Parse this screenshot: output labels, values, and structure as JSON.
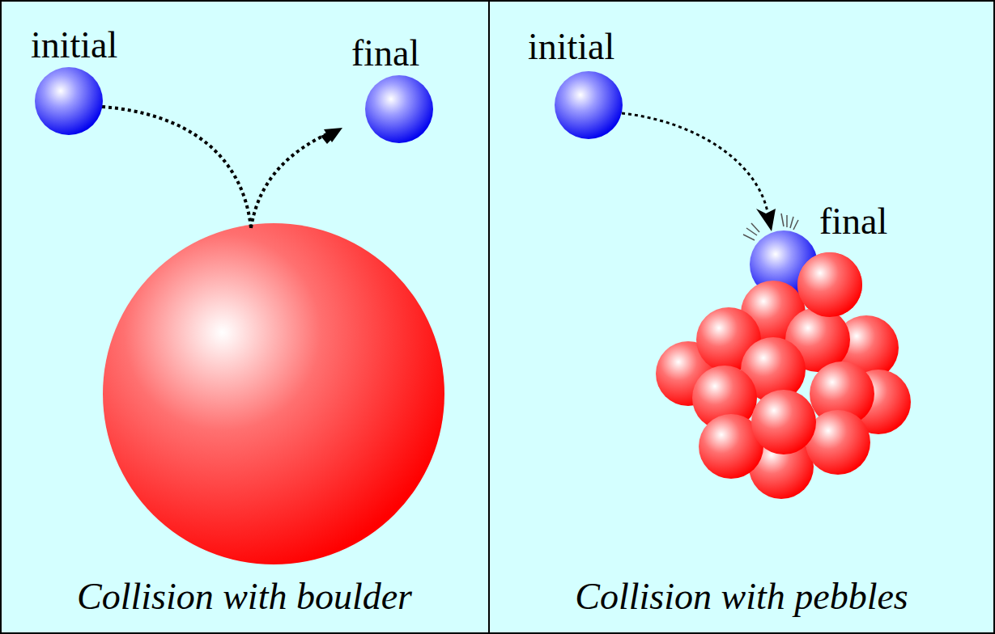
{
  "diagram": {
    "labels": [
      "initial",
      "final",
      "Collision with boulder",
      "initial",
      "final",
      "Collision with pebbles"
    ]
  }
}
